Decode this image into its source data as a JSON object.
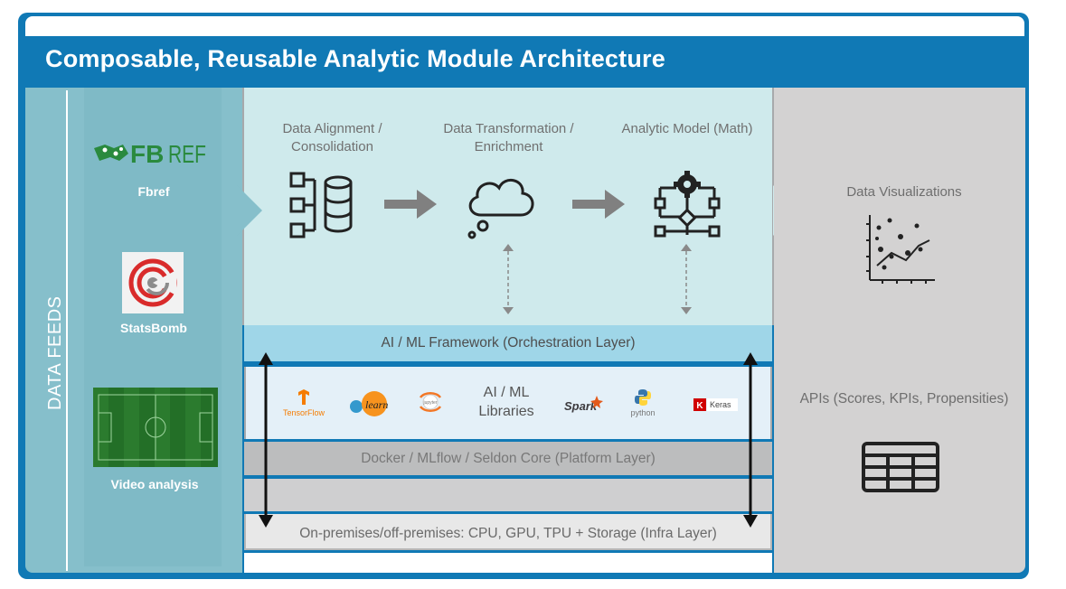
{
  "title": "Composable, Reusable Analytic Module Architecture",
  "data_feeds_label": "DATA FEEDS",
  "feeds": [
    {
      "logo_text": "FBREF",
      "label": "Fbref"
    },
    {
      "label": "StatsBomb"
    },
    {
      "label": "Video analysis"
    }
  ],
  "steps": [
    {
      "title": "Data Alignment / Consolidation",
      "icon": "database-icon"
    },
    {
      "title": "Data Transformation / Enrichment",
      "icon": "cloud-icon"
    },
    {
      "title": "Analytic Model (Math)",
      "icon": "gear-network-icon"
    }
  ],
  "layers": {
    "ml_framework": "AI / ML Framework (Orchestration Layer)",
    "libraries_label": "AI / ML Libraries",
    "platform": "Docker / MLflow / Seldon Core (Platform Layer)",
    "infra": "On-premises/off-premises: CPU, GPU, TPU + Storage (Infra Layer)"
  },
  "libraries": [
    {
      "name": "TensorFlow",
      "display": "TensorFlow",
      "color": "#f57c00",
      "icon": "tensorflow-icon"
    },
    {
      "name": "scikit-learn",
      "display": "learn",
      "color": "#f7931e",
      "icon": "sklearn-icon"
    },
    {
      "name": "Jupyter",
      "display": "jupyter",
      "color": "#f37726",
      "icon": "jupyter-icon"
    },
    {
      "name": "Spark",
      "display": "Spark",
      "color": "#e25a1c",
      "icon": "spark-icon"
    },
    {
      "name": "Python",
      "display": "python",
      "color": "#3776ab",
      "icon": "python-icon"
    },
    {
      "name": "Keras",
      "display": "Keras",
      "color": "#d00000",
      "icon": "keras-icon"
    }
  ],
  "outputs": [
    {
      "title": "Data Visualizations",
      "icon": "scatter-plot-icon"
    },
    {
      "title": "APIs (Scores, KPIs, Propensities)",
      "icon": "table-icon"
    }
  ]
}
